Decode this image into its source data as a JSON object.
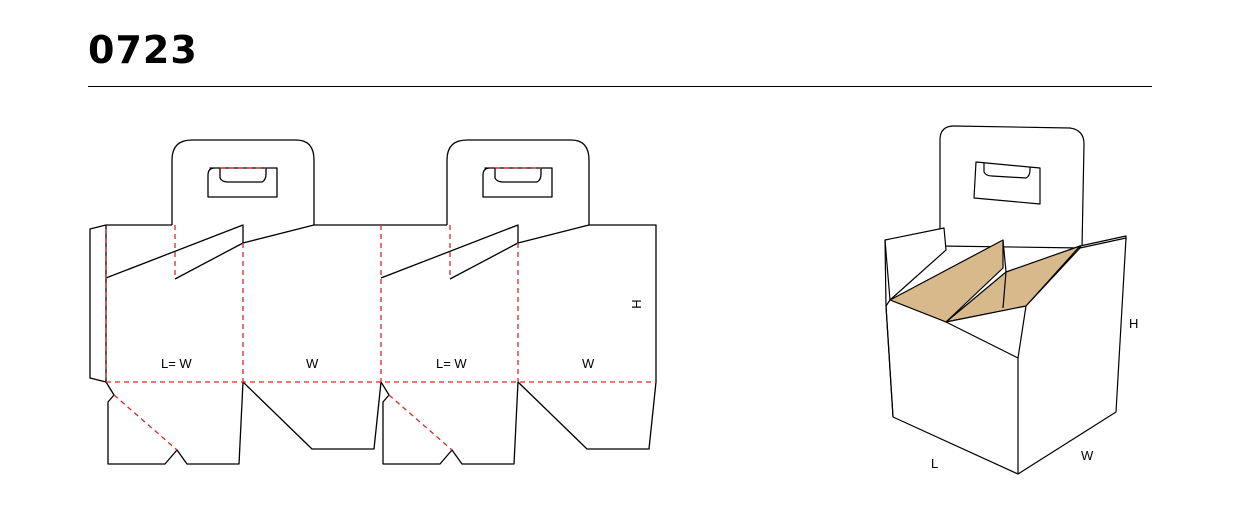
{
  "header": {
    "code": "0723"
  },
  "dieline": {
    "panel_labels": [
      "L= W",
      "W",
      "L= W",
      "W"
    ],
    "height_label": "H"
  },
  "box3d": {
    "length_label": "L",
    "width_label": "W",
    "height_label": "H"
  },
  "colors": {
    "cut_line": "#000000",
    "fold_line": "#d22a2a",
    "board": "#d8b98c"
  }
}
